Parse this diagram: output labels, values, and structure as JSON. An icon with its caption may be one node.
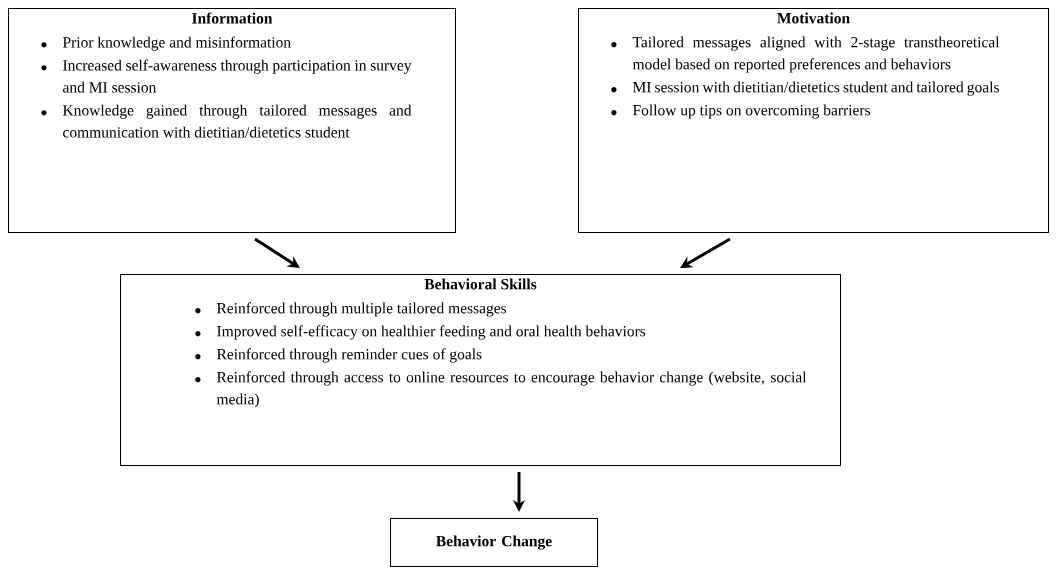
{
  "diagram": {
    "nodes": [
      {
        "text": [
          "Information",
          "Prior knowledge and misinformation",
          "Increased self-awareness through participation in survey and MI session",
          "Knowledge gained through tailored messages and communication with dietitian/dietetics student"
        ]
      },
      {
        "text": [
          "Motivation",
          "Tailored messages aligned with 2-stage transtheoretical model based on reported preferences and behaviors",
          "MI session with dietitian/dietetics student and tailored goals",
          "Follow up tips on overcoming barriers"
        ]
      },
      {
        "text": [
          "Behavioral Skills",
          "Reinforced through multiple tailored messages",
          "Improved self-efficacy on healthier feeding and oral health behaviors",
          "Reinforced through reminder cues of goals",
          "Reinforced through access to online resources to encourage behavior change (website, social media)"
        ]
      },
      {
        "text": [
          "Behavior Change"
        ]
      }
    ],
    "edges": [
      {
        "from": 0,
        "to": 2,
        "arrow": "to"
      },
      {
        "from": 1,
        "to": 2,
        "arrow": "to"
      },
      {
        "from": 2,
        "to": 3,
        "arrow": "to"
      }
    ]
  }
}
